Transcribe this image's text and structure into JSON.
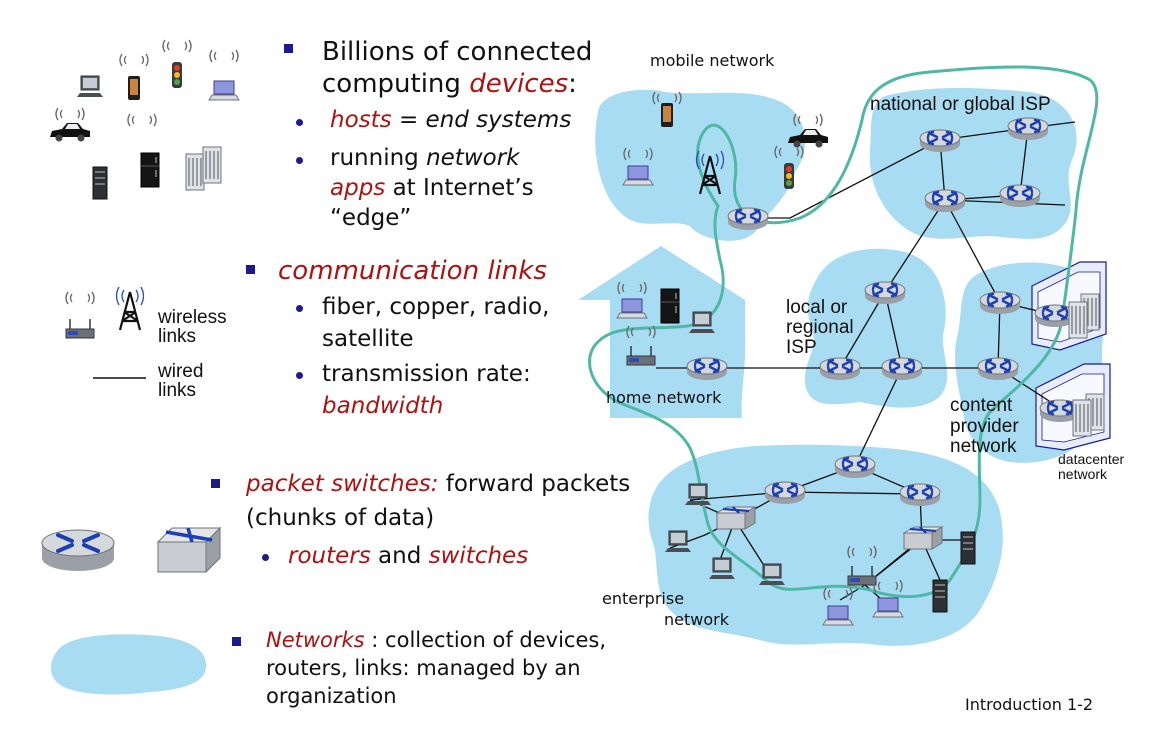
{
  "bullets": {
    "devices": {
      "line1": "Billions of connected",
      "line2_prefix": "computing ",
      "line2_em": "devices",
      "line2_suffix": ":",
      "sub1_em": "hosts",
      "sub1_mid": " = ",
      "sub1_it": "end systems",
      "sub2_line1_prefix": "running ",
      "sub2_line1_it": "network",
      "sub2_line2_em": "apps",
      "sub2_line2_suffix": " at Internet’s",
      "sub2_line3": "“edge”"
    },
    "links": {
      "title": "communication links",
      "sub1_line1": "fiber, copper, radio,",
      "sub1_line2": "satellite",
      "sub2_line1": "transmission rate:",
      "sub2_line2": "bandwidth"
    },
    "switches": {
      "title_em": "packet switches:",
      "title_rest": " forward packets",
      "line2": "(chunks of data)",
      "sub1_em1": "routers",
      "sub1_mid": " and ",
      "sub1_em2": "switches"
    },
    "networks": {
      "title_em": "Networks",
      "title_rest": " : collection of devices,",
      "line2": "routers, links: managed by an",
      "line3": "organization"
    }
  },
  "legend": {
    "wireless_line1": "wireless",
    "wireless_line2": "links",
    "wired_line1": "wired",
    "wired_line2": "links"
  },
  "diagram_labels": {
    "mobile_network": "mobile network",
    "global_isp": "national or global ISP",
    "local_isp_line1": "local or",
    "local_isp_line2": "regional",
    "local_isp_line3": "ISP",
    "home_network": "home network",
    "content_line1": "content",
    "content_line2": "provider",
    "content_line3": "network",
    "datacenter_line1": "datacenter",
    "datacenter_line2": "network",
    "enterprise_line1": "enterprise",
    "enterprise_line2": "network"
  },
  "footer": {
    "slide_number": "Introduction 1-2"
  },
  "colors": {
    "cloud": "#a8dcf2",
    "path": "#4fb8a4",
    "bullet": "#1b1b8c",
    "emphasis": "#b01010",
    "router_body": "#c9ccd0",
    "router_arrows": "#1c3fb5"
  }
}
